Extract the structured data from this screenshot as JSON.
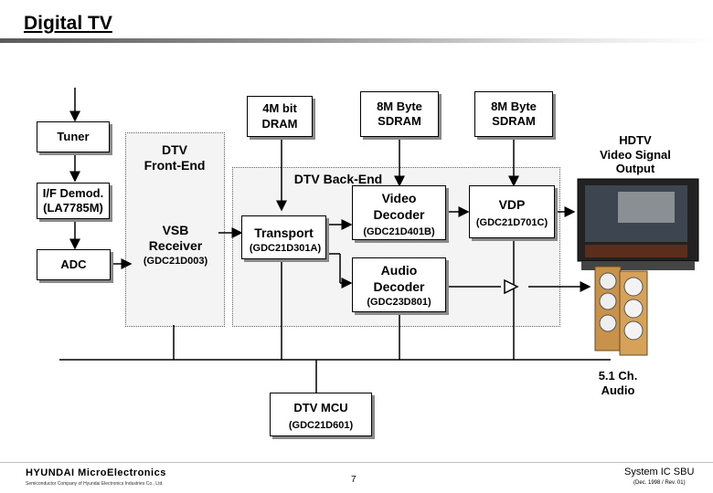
{
  "title": "Digital TV",
  "blocks": {
    "tuner": "Tuner",
    "if_demod": "I/F Demod.\n(LA7785M)",
    "adc": "ADC",
    "dtv_front_end": "DTV\nFront-End",
    "vsb_receiver": "VSB\nReceiver",
    "vsb_receiver_code": "(GDC21D003)",
    "dram_4m": "4M bit\nDRAM",
    "sdram_8m_a": "8M Byte\nSDRAM",
    "sdram_8m_b": "8M Byte\nSDRAM",
    "dtv_back_end": "DTV Back-End",
    "transport": "Transport",
    "transport_code": "(GDC21D301A)",
    "video_decoder": "Video\nDecoder",
    "video_decoder_code": "(GDC21D401B)",
    "audio_decoder": "Audio\nDecoder",
    "audio_decoder_code": "(GDC23D801)",
    "vdp": "VDP",
    "vdp_code": "(GDC21D701C)",
    "hdtv_output": "HDTV\nVideo Signal\nOutput",
    "audio_output": "5.1 Ch.\nAudio",
    "dtv_mcu": "DTV MCU",
    "dtv_mcu_code": "(GDC21D601)"
  },
  "footer": {
    "logo": "HYUNDAI MicroElectronics",
    "logo_tagline": "Semiconductor Company of Hyundai Electronics Industries Co., Ltd.",
    "page_number": "7",
    "division": "System IC SBU",
    "revision": "(Dec. 1998 / Rev. 01)"
  },
  "icons": [
    "tv-icon",
    "speaker-icon"
  ]
}
